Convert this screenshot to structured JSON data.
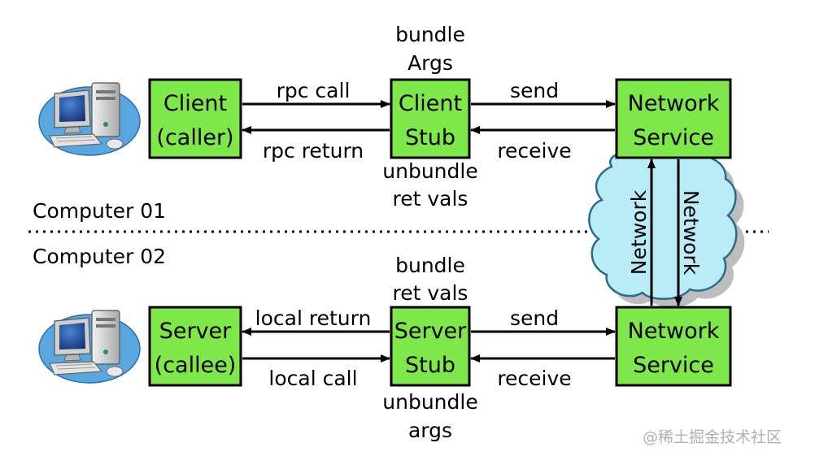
{
  "nodes": {
    "client": [
      "Client",
      "(caller)"
    ],
    "client_stub": [
      "Client",
      "Stub"
    ],
    "network_service_top": [
      "Network",
      "Service"
    ],
    "server": [
      "Server",
      "(callee)"
    ],
    "server_stub": [
      "Server",
      "Stub"
    ],
    "network_service_bottom": [
      "Network",
      "Service"
    ]
  },
  "edges": {
    "rpc_call": "rpc call",
    "rpc_return": "rpc return",
    "send_top": "send",
    "receive_top": "receive",
    "local_return": "local return",
    "local_call": "local call",
    "send_bottom": "send",
    "receive_bottom": "receive"
  },
  "annotations": {
    "bundle_args": [
      "bundle",
      "Args"
    ],
    "unbundle_ret_vals": [
      "unbundle",
      "ret vals"
    ],
    "bundle_ret_vals": [
      "bundle",
      "ret vals"
    ],
    "unbundle_args": [
      "unbundle",
      "args"
    ]
  },
  "network": {
    "up_label": "Network",
    "down_label": "Network"
  },
  "computers": {
    "top": "Computer 01",
    "bottom": "Computer 02"
  },
  "watermark": "@稀土掘金技术社区",
  "colors": {
    "box_fill": "#7ee84a",
    "cloud_fill": "#b9ecf7",
    "cloud_shadow": "#bdbdbd",
    "separator": "#000000"
  },
  "icons": {
    "computer_top": "desktop-computer-icon",
    "computer_bottom": "desktop-computer-icon"
  }
}
